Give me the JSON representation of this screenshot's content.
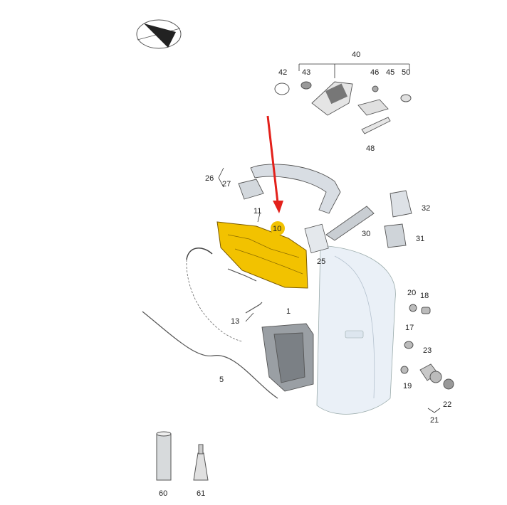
{
  "diagram": {
    "highlight_color": "#f2c200",
    "arrow_color": "#e3211b",
    "highlighted_part": "10",
    "labels": {
      "p1": "1",
      "p5": "5",
      "p10": "10",
      "p11": "11",
      "p13": "13",
      "p17": "17",
      "p18": "18",
      "p19": "19",
      "p20": "20",
      "p21": "21",
      "p22": "22",
      "p23": "23",
      "p25": "25",
      "p26": "26",
      "p27": "27",
      "p30": "30",
      "p31": "31",
      "p32": "32",
      "p40": "40",
      "p42": "42",
      "p43": "43",
      "p45": "45",
      "p46": "46",
      "p48": "48",
      "p50": "50",
      "p60": "60",
      "p61": "61"
    }
  }
}
